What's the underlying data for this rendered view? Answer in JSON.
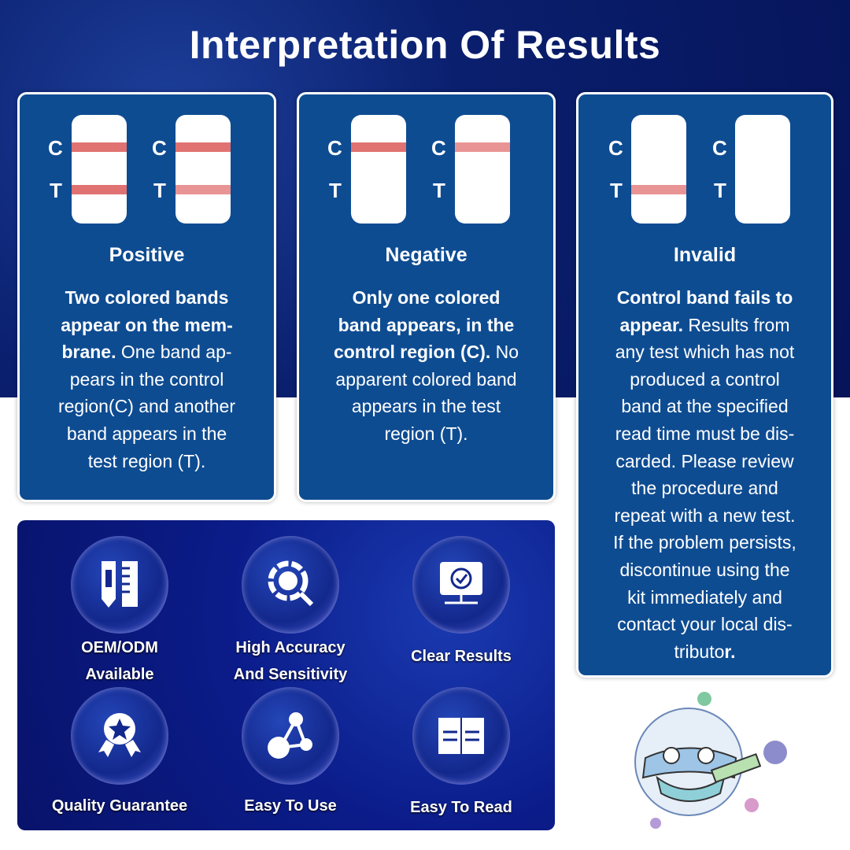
{
  "title": "Interpretation Of Results",
  "strip_labels": {
    "c": "C",
    "t": "T"
  },
  "colors": {
    "band_strong": "#e07272",
    "band_faint": "#e99494",
    "card": "#0e4c92"
  },
  "cards": [
    {
      "heading": "Positive",
      "bold": "Two colored bands\nappear on the mem-\nbrane.",
      "text": " One band ap-\npears in the control\nregion(C) and another\nband appears in the\ntest region (T).",
      "bold_end": ""
    },
    {
      "heading": "Negative",
      "bold": "Only one colored\nband appears, in the\ncontrol region (C).",
      "text": " No\napparent colored band\nappears in the test\nregion (T).",
      "bold_end": ""
    },
    {
      "heading": "Invalid",
      "bold": "Control band fails to\nappear.",
      "text": " Results from\nany test which has not\nproduced a control\nband at the specified\nread time must be dis-\ncarded. Please review\nthe procedure and\nrepeat with a new test.\nIf the problem persists,\ndiscontinue using the\nkit immediately and\ncontact your local dis-\ntributo",
      "bold_end": "r."
    }
  ],
  "features": [
    {
      "label": "OEM/ODM\nAvailable",
      "icon": "pencil-ruler-icon"
    },
    {
      "label": "High Accuracy\nAnd Sensitivity",
      "icon": "magnifier-gear-icon"
    },
    {
      "label": "Clear Results",
      "icon": "monitor-check-icon"
    },
    {
      "label": "Quality Guarantee",
      "icon": "award-ribbon-icon"
    },
    {
      "label": "Easy To Use",
      "icon": "molecule-icon"
    },
    {
      "label": "Easy To Read",
      "icon": "open-book-icon"
    }
  ]
}
